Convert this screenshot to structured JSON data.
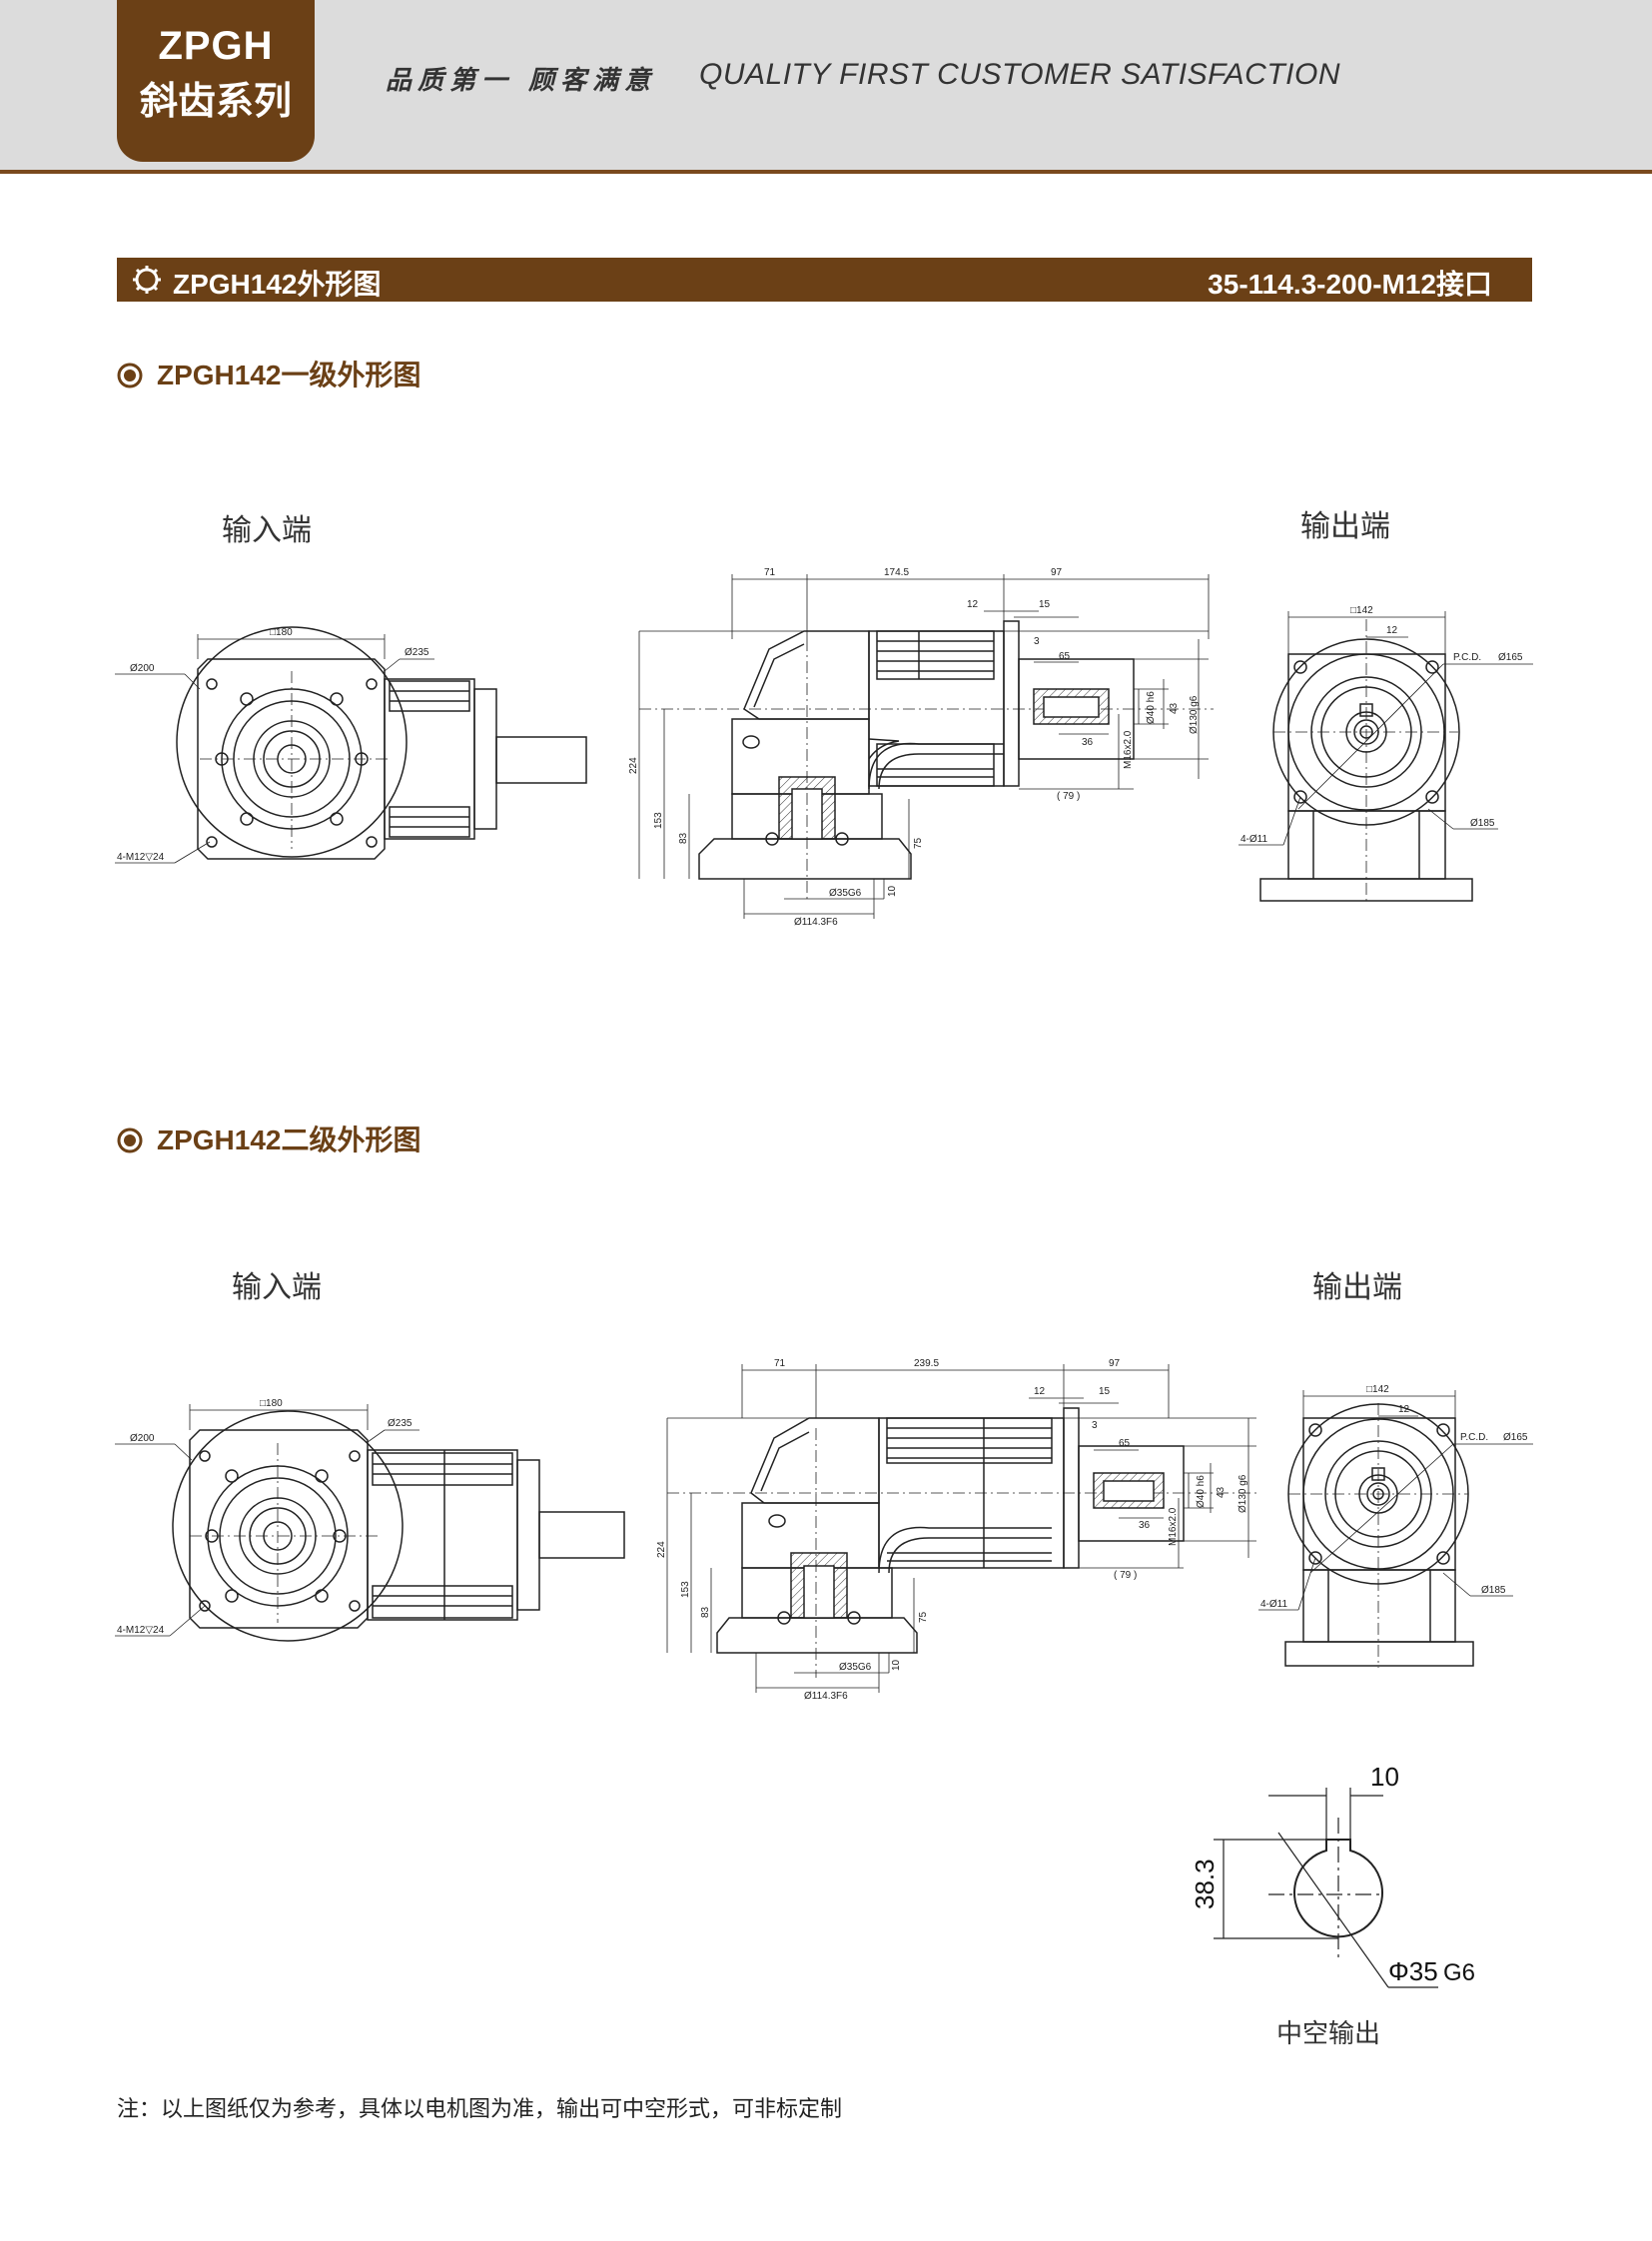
{
  "header": {
    "brand_model": "ZPGH",
    "brand_series": "斜齿系列",
    "slogan_cn": "品质第一 顾客满意",
    "slogan_en": "QUALITY FIRST  CUSTOMER SATISFACTION",
    "brand_color": "#6b4016"
  },
  "title_bar": {
    "left": "ZPGH142外形图",
    "right": "35-114.3-200-M12接口"
  },
  "stage1": {
    "heading": "ZPGH142一级外形图",
    "input_label": "输入端",
    "output_label": "输出端",
    "dims": {
      "sq180": "□180",
      "d200": "Ø200",
      "d235": "Ø235",
      "m12": "4-M12▽24",
      "l71": "71",
      "l174": "174.5",
      "l97": "97",
      "l12": "12",
      "l15": "15",
      "l3": "3",
      "l65": "65",
      "l36": "36",
      "l79": "( 79 )",
      "d40": "Ø40 h6",
      "d43": "43",
      "d130": "Ø130 g6",
      "m16": "M16x2.0",
      "h224": "224",
      "h153": "153",
      "h83": "83",
      "h75": "75",
      "h10": "10",
      "d35": "Ø35G6",
      "d114": "Ø114.3F6",
      "sq142": "□142",
      "r12": "12",
      "pcd": "P.C.D.",
      "d165": "Ø165",
      "d11": "4-Ø11",
      "d185": "Ø185"
    }
  },
  "stage2": {
    "heading": "ZPGH142二级外形图",
    "input_label": "输入端",
    "output_label": "输出端",
    "dims": {
      "sq180": "□180",
      "d200": "Ø200",
      "d235": "Ø235",
      "m12": "4-M12▽24",
      "l71": "71",
      "l239": "239.5",
      "l97": "97",
      "l12": "12",
      "l15": "15",
      "l3": "3",
      "l65": "65",
      "l36": "36",
      "l79": "( 79 )",
      "d40": "Ø40 h6",
      "d43": "43",
      "d130": "Ø130 g6",
      "m16": "M16x2.0",
      "h224": "224",
      "h153": "153",
      "h83": "83",
      "h75": "75",
      "h10": "10",
      "d35": "Ø35G6",
      "d114": "Ø114.3F6",
      "sq142": "□142",
      "r12": "12",
      "pcd": "P.C.D.",
      "d165": "Ø165",
      "d11": "4-Ø11",
      "d185": "Ø185"
    }
  },
  "hollow": {
    "key_width": "10",
    "depth": "38.3",
    "bore": "Φ35",
    "fit": "G6",
    "label": "中空输出"
  },
  "footnote": "注：以上图纸仅为参考，具体以电机图为准，输出可中空形式，可非标定制"
}
